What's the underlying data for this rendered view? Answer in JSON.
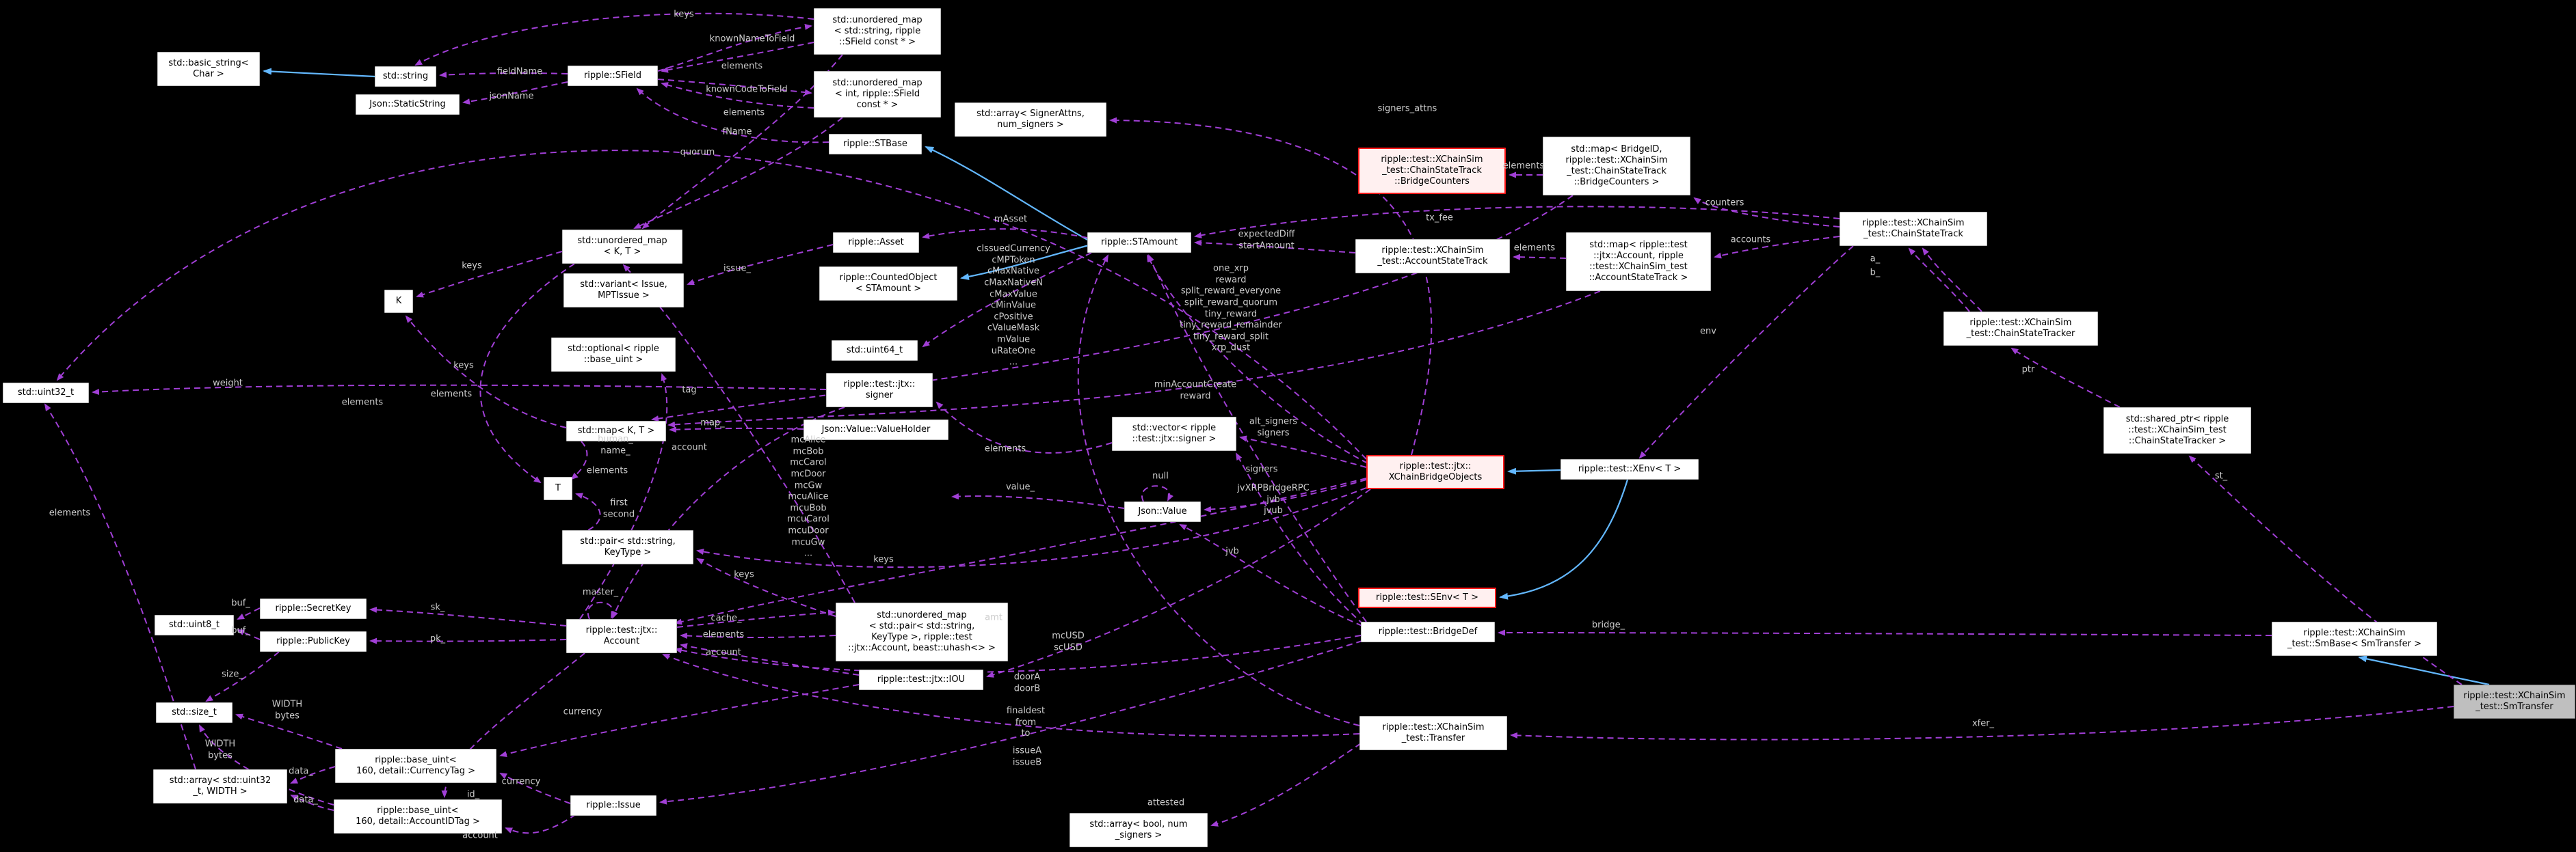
{
  "diagram": {
    "background": "#000000",
    "usage_edge_color": "#a13fd6",
    "inheritance_edge_color": "#63b8ff",
    "highlight_border_color": "#ff1a1a",
    "selected_node_fill": "#bfbfbf"
  },
  "nodes": {
    "basic_string": {
      "label": "std::basic_string<\nChar >"
    },
    "string": {
      "label": "std::string"
    },
    "static_string": {
      "label": "Json::StaticString"
    },
    "sfield": {
      "label": "ripple::SField"
    },
    "umap_str_sfield": {
      "label": "std::unordered_map\n< std::string, ripple\n::SField const * >"
    },
    "umap_int_sfield": {
      "label": "std::unordered_map\n< int, ripple::SField\nconst * >"
    },
    "stbase": {
      "label": "ripple::STBase"
    },
    "arr_signerattns": {
      "label": "std::array< SignerAttns,\nnum_signers >"
    },
    "bridge_counters": {
      "label": "ripple::test::XChainSim\n_test::ChainStateTrack\n::BridgeCounters"
    },
    "map_bridgeid": {
      "label": "std::map< BridgeID,\nripple::test::XChainSim\n_test::ChainStateTrack\n::BridgeCounters >"
    },
    "chain_state_track": {
      "label": "ripple::test::XChainSim\n_test::ChainStateTrack"
    },
    "umap_kt": {
      "label": "std::unordered_map\n< K, T >"
    },
    "asset": {
      "label": "ripple::Asset"
    },
    "stamount": {
      "label": "ripple::STAmount"
    },
    "counted_object": {
      "label": "ripple::CountedObject\n< STAmount >"
    },
    "variant_issue": {
      "label": "std::variant< Issue,\nMPTIssue >"
    },
    "k_box": {
      "label": "K"
    },
    "uint64": {
      "label": "std::uint64_t"
    },
    "optional_base_uint": {
      "label": "std::optional< ripple\n::base_uint >"
    },
    "signer": {
      "label": "ripple::test::jtx::\nsigner"
    },
    "uint32": {
      "label": "std::uint32_t"
    },
    "map_kt": {
      "label": "std::map< K, T >"
    },
    "value_holder": {
      "label": "Json::Value::ValueHolder"
    },
    "vector_signer": {
      "label": "std::vector< ripple\n::test::jtx::signer >"
    },
    "t_box": {
      "label": "T"
    },
    "json_value": {
      "label": "Json::Value"
    },
    "pair_string_keytype": {
      "label": "std::pair< std::string,\nKeyType >"
    },
    "account_state_track": {
      "label": "ripple::test::XChainSim\n_test::AccountStateTrack"
    },
    "map_account_ast": {
      "label": "std::map< ripple::test\n::jtx::Account, ripple\n::test::XChainSim_test\n::AccountStateTrack >"
    },
    "xchain_bridge_objects": {
      "label": "ripple::test::jtx::\nXChainBridgeObjects"
    },
    "xenv": {
      "label": "ripple::test::XEnv< T >"
    },
    "chain_state_tracker": {
      "label": "ripple::test::XChainSim\n_test::ChainStateTracker"
    },
    "shared_ptr_cst": {
      "label": "std::shared_ptr< ripple\n::test::XChainSim_test\n::ChainStateTracker >"
    },
    "senv": {
      "label": "ripple::test::SEnv< T >"
    },
    "bridgedef": {
      "label": "ripple::test::BridgeDef"
    },
    "smbase": {
      "label": "ripple::test::XChainSim\n_test::SmBase< SmTransfer >"
    },
    "smtransfer": {
      "label": "ripple::test::XChainSim\n_test::SmTransfer"
    },
    "uint8": {
      "label": "std::uint8_t"
    },
    "secretkey": {
      "label": "ripple::SecretKey"
    },
    "publickey": {
      "label": "ripple::PublicKey"
    },
    "account": {
      "label": "ripple::test::jtx::\nAccount"
    },
    "umap_pair_account": {
      "label": "std::unordered_map\n< std::pair< std::string,\nKeyType >, ripple::test\n::jtx::Account, beast::uhash<> >"
    },
    "iou": {
      "label": "ripple::test::jtx::IOU"
    },
    "size_t": {
      "label": "std::size_t"
    },
    "base_uint_currency": {
      "label": "ripple::base_uint<\n160, detail::CurrencyTag >"
    },
    "arr_uint32_width": {
      "label": "std::array< std::uint32\n_t, WIDTH >"
    },
    "base_uint_accountid": {
      "label": "ripple::base_uint<\n160, detail::AccountIDTag >"
    },
    "issue": {
      "label": "ripple::Issue"
    },
    "transfer": {
      "label": "ripple::test::XChainSim\n_test::Transfer"
    },
    "arr_bool": {
      "label": "std::array< bool, num\n_signers >"
    }
  },
  "edge_labels": {
    "keys1": "keys",
    "knownNameToField": "knownNameToField",
    "elements1": "elements",
    "fieldName": "fieldName",
    "jsonName": "jsonName",
    "knownCodeToField": "knownCodeToField",
    "elements2": "elements",
    "fName": "fName",
    "signers_attns": "signers_attns",
    "elements3": "elements",
    "counters": "counters",
    "accounts": "accounts",
    "elements4": "elements",
    "expectedDiff": "expectedDiff\nstartAmount",
    "tx_fee": "tx_fee",
    "a_": "a_",
    "b_": "b_",
    "env": "env",
    "ptr": "ptr",
    "st_": "st_",
    "quorum": "quorum",
    "mAsset": "mAsset",
    "issue_": "issue_",
    "keys2": "keys",
    "keys3": "keys",
    "elements5": "elements",
    "elements7": "elements",
    "human_name": "human_\nname_",
    "elements6": "elements",
    "first_second": "first\nsecond",
    "weight": "weight",
    "map_": "map_",
    "account1": "account",
    "value_": "value_",
    "null": "null",
    "jv_stack": "jvXRPBridgeRPC\njvb\njvub",
    "jvb": "jvb",
    "keys4": "keys",
    "keys5": "keys",
    "alt_signers": "alt_signers\nsigners",
    "signers": "signers",
    "elements8": "elements",
    "one_xrp_stack": "one_xrp\nreward\nsplit_reward_everyone\nsplit_reward_quorum\ntiny_reward\ntiny_reward_remainder\ntiny_reward_split\nxrp_dust",
    "minAccountCreate": "minAccountCreate\nreward",
    "cvalue_stack": "cIssuedCurrency\ncMPToken\ncMaxNative\ncMaxNativeN\ncMaxValue\ncMinValue\ncPositive\ncValueMask\nmValue\nuRateOne\n...",
    "mc_stack": "mcAlice\nmcBob\nmcCarol\nmcDoor\nmcGw\nmcuAlice\nmcuBob\nmcuCarol\nmcuDoor\nmcuGw\n...",
    "mcUSD": "mcUSD\nscUSD",
    "amt": "amt",
    "bridge_": "bridge_",
    "xfer_": "xfer_",
    "master_": "master_",
    "cache_": "cache_",
    "elements9": "elements",
    "account2": "account",
    "sk_": "sk_",
    "pk_": "pk_",
    "buf_1": "buf_",
    "buf_2": "buf_",
    "size_": "size_",
    "width_bytes1": "WIDTH\nbytes",
    "width_bytes2": "WIDTH\nbytes",
    "data_1": "data_",
    "data_2": "data_",
    "currency1": "currency",
    "currency2": "currency",
    "id_": "id_",
    "account3": "account",
    "tag": "tag",
    "doorAB": "doorA\ndoorB",
    "finaldest": "finaldest\nfrom\nto",
    "issueAB": "issueA\nissueB",
    "attested": "attested",
    "elements10": "elements"
  }
}
